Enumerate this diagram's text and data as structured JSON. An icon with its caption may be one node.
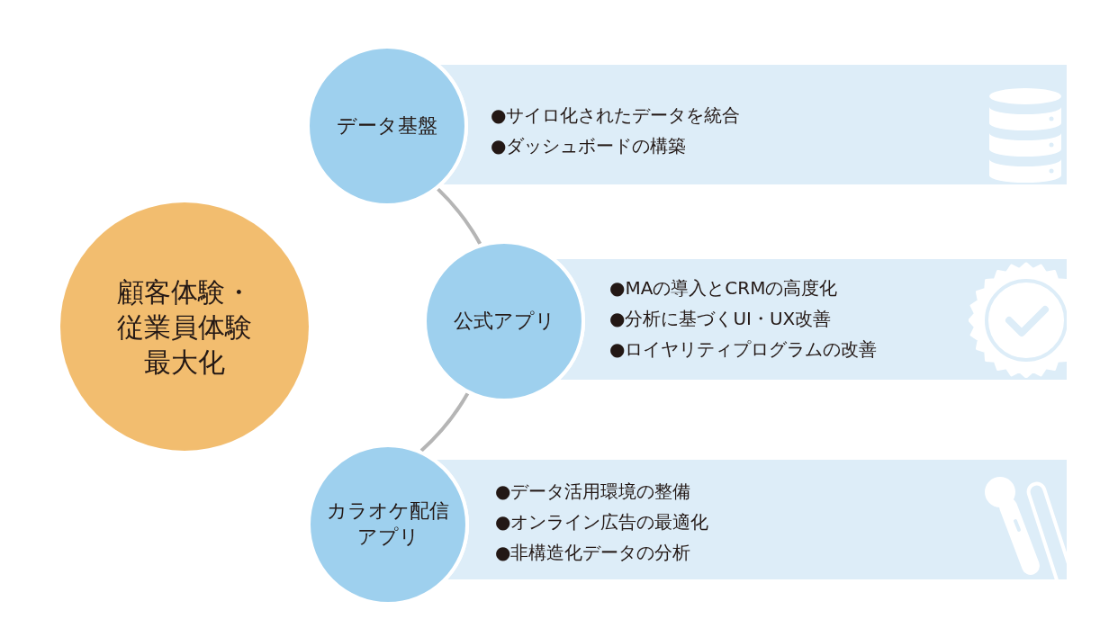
{
  "diagram": {
    "nodes": [
      {
        "text": [
          "顧客体験・従業員体験最大化"
        ]
      },
      {
        "text": [
          "データ基盤"
        ]
      },
      {
        "text": [
          "●サイロ化されたデータを統合",
          "●ダッシュボードの構築"
        ]
      },
      {
        "text": [
          "公式アプリ"
        ]
      },
      {
        "text": [
          "●MAの導入とCRMの高度化",
          "●分析に基づくUI・UX改善",
          "●ロイヤリティプログラムの改善"
        ]
      },
      {
        "text": [
          "カラオケ配信アプリ"
        ]
      },
      {
        "text": [
          "●データ活用環境の整備",
          "●オンライン広告の最適化",
          "●非構造化データの分析"
        ]
      }
    ],
    "edges": [
      {
        "from": 1,
        "to": 3,
        "arrow": "none"
      },
      {
        "from": 3,
        "to": 5,
        "arrow": "none"
      }
    ]
  }
}
